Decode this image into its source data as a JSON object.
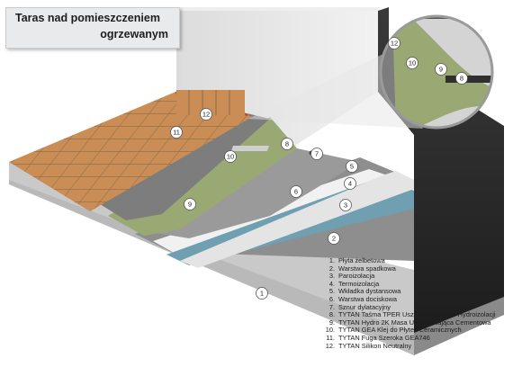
{
  "title": {
    "line1": "Taras nad pomieszczeniem",
    "line2": "ogrzewanym"
  },
  "callouts": [
    "1",
    "2",
    "3",
    "4",
    "5",
    "6",
    "7",
    "8",
    "9",
    "10",
    "11",
    "12"
  ],
  "legend": [
    {
      "num": "1.",
      "text": "Płyta żelbetowa"
    },
    {
      "num": "2.",
      "text": "Warstwa spadkowa"
    },
    {
      "num": "3.",
      "text": "Paroizolacja"
    },
    {
      "num": "4.",
      "text": "Termoizolacja"
    },
    {
      "num": "5.",
      "text": "Wkładka dystansowa"
    },
    {
      "num": "6.",
      "text": "Warstwa dociskowa"
    },
    {
      "num": "7.",
      "text": "Sznur dylatacyjny"
    },
    {
      "num": "8.",
      "text": "TYTAN Taśma TPER Uszczelniająca do Hydroizolacji"
    },
    {
      "num": "9.",
      "text": "TYTAN Hydro 2K Masa Uszczelniająca Cementowa"
    },
    {
      "num": "10.",
      "text": "TYTAN GEA Klej do Płytek Ceramicznych"
    },
    {
      "num": "11.",
      "text": "TYTAN Fuga Szeroka GEA746"
    },
    {
      "num": "12.",
      "text": "TYTAN Silikon Neutralny"
    }
  ],
  "colors": {
    "concrete": "#c9c9c9",
    "screed": "#8e8e8e",
    "vapor": "#f1f1f1",
    "insulation": "#6f9fb1",
    "spacer": "#e4e4e4",
    "pressure": "#9a9a9a",
    "membrane": "#9aa873",
    "adhesive": "#7d7d7d",
    "tile": "#c98d55",
    "grout": "#8a9ab0",
    "silicone": "#c0443a"
  }
}
